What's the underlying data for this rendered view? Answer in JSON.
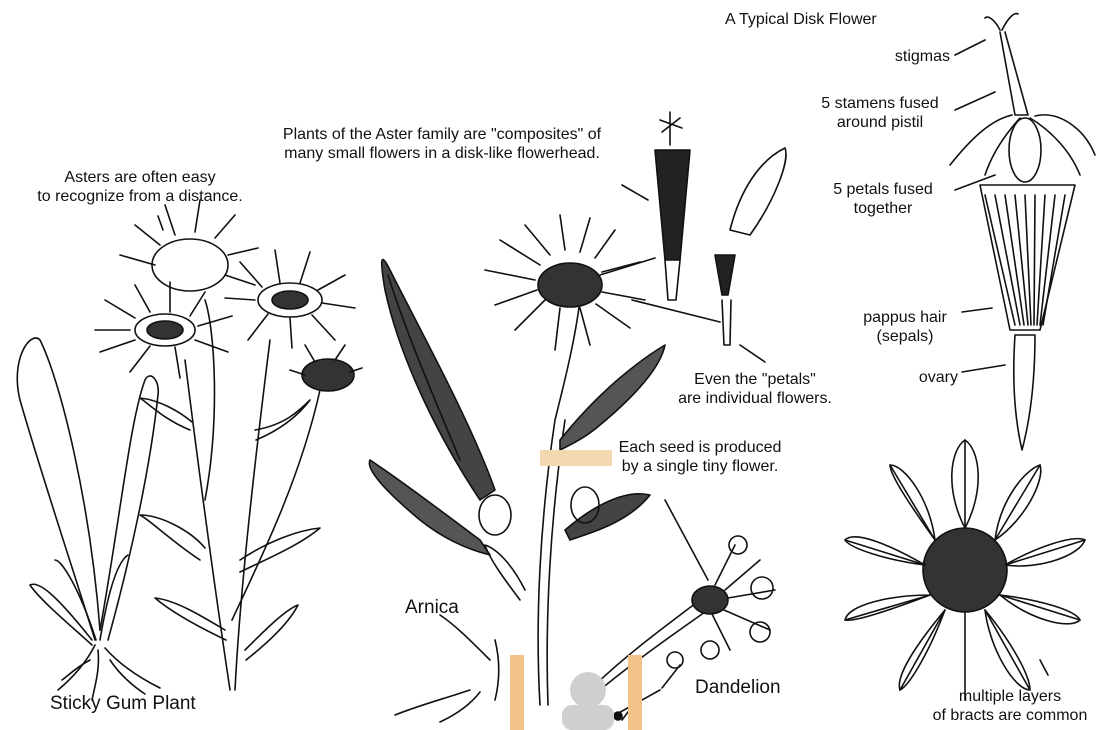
{
  "colors": {
    "ink": "#111111",
    "paper": "#ffffff",
    "watermark": "#f2c28a",
    "watermark_person": "#cfcfcf"
  },
  "captions": {
    "asters_line1": "Asters are often easy",
    "asters_line2": "to recognize from a distance.",
    "composites_line1": "Plants of the Aster family are \"composites\" of",
    "composites_line2": "many small flowers in a disk-like flowerhead.",
    "petals_line1": "Even the \"petals\"",
    "petals_line2": "are individual flowers.",
    "seed_line1": "Each seed is produced",
    "seed_line2": "by a single tiny flower.",
    "bracts_line1": "multiple layers",
    "bracts_line2": "of bracts are common"
  },
  "plant_names": {
    "sticky_gum": "Sticky Gum Plant",
    "arnica": "Arnica",
    "dandelion": "Dandelion"
  },
  "disk_flower": {
    "title": "A Typical Disk Flower",
    "stigmas": "stigmas",
    "stamens_line1": "5 stamens fused",
    "stamens_line2": "around pistil",
    "petals_line1": "5 petals fused",
    "petals_line2": "together",
    "pappus_line1": "pappus hair",
    "pappus_line2": "(sepals)",
    "ovary": "ovary"
  }
}
